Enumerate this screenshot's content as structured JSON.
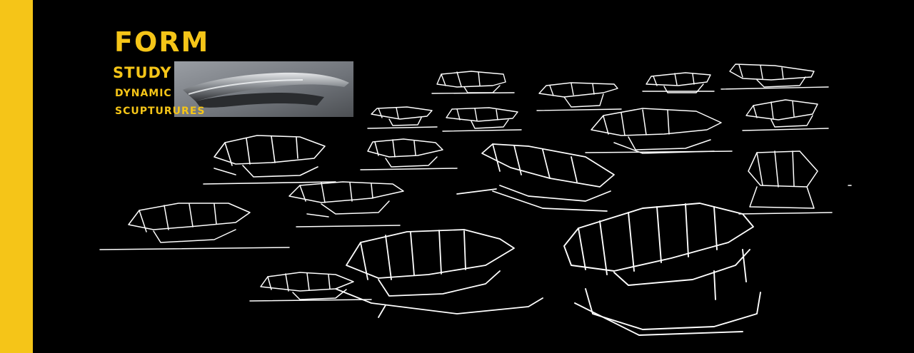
{
  "heading": {
    "title": "FORM",
    "subtitle": "STUDY",
    "line1": "DYNAMIC",
    "line2": "SCUPTURURES"
  },
  "colors": {
    "accent": "#F5C518",
    "background": "#000000",
    "sketch_line": "#FFFFFF"
  }
}
